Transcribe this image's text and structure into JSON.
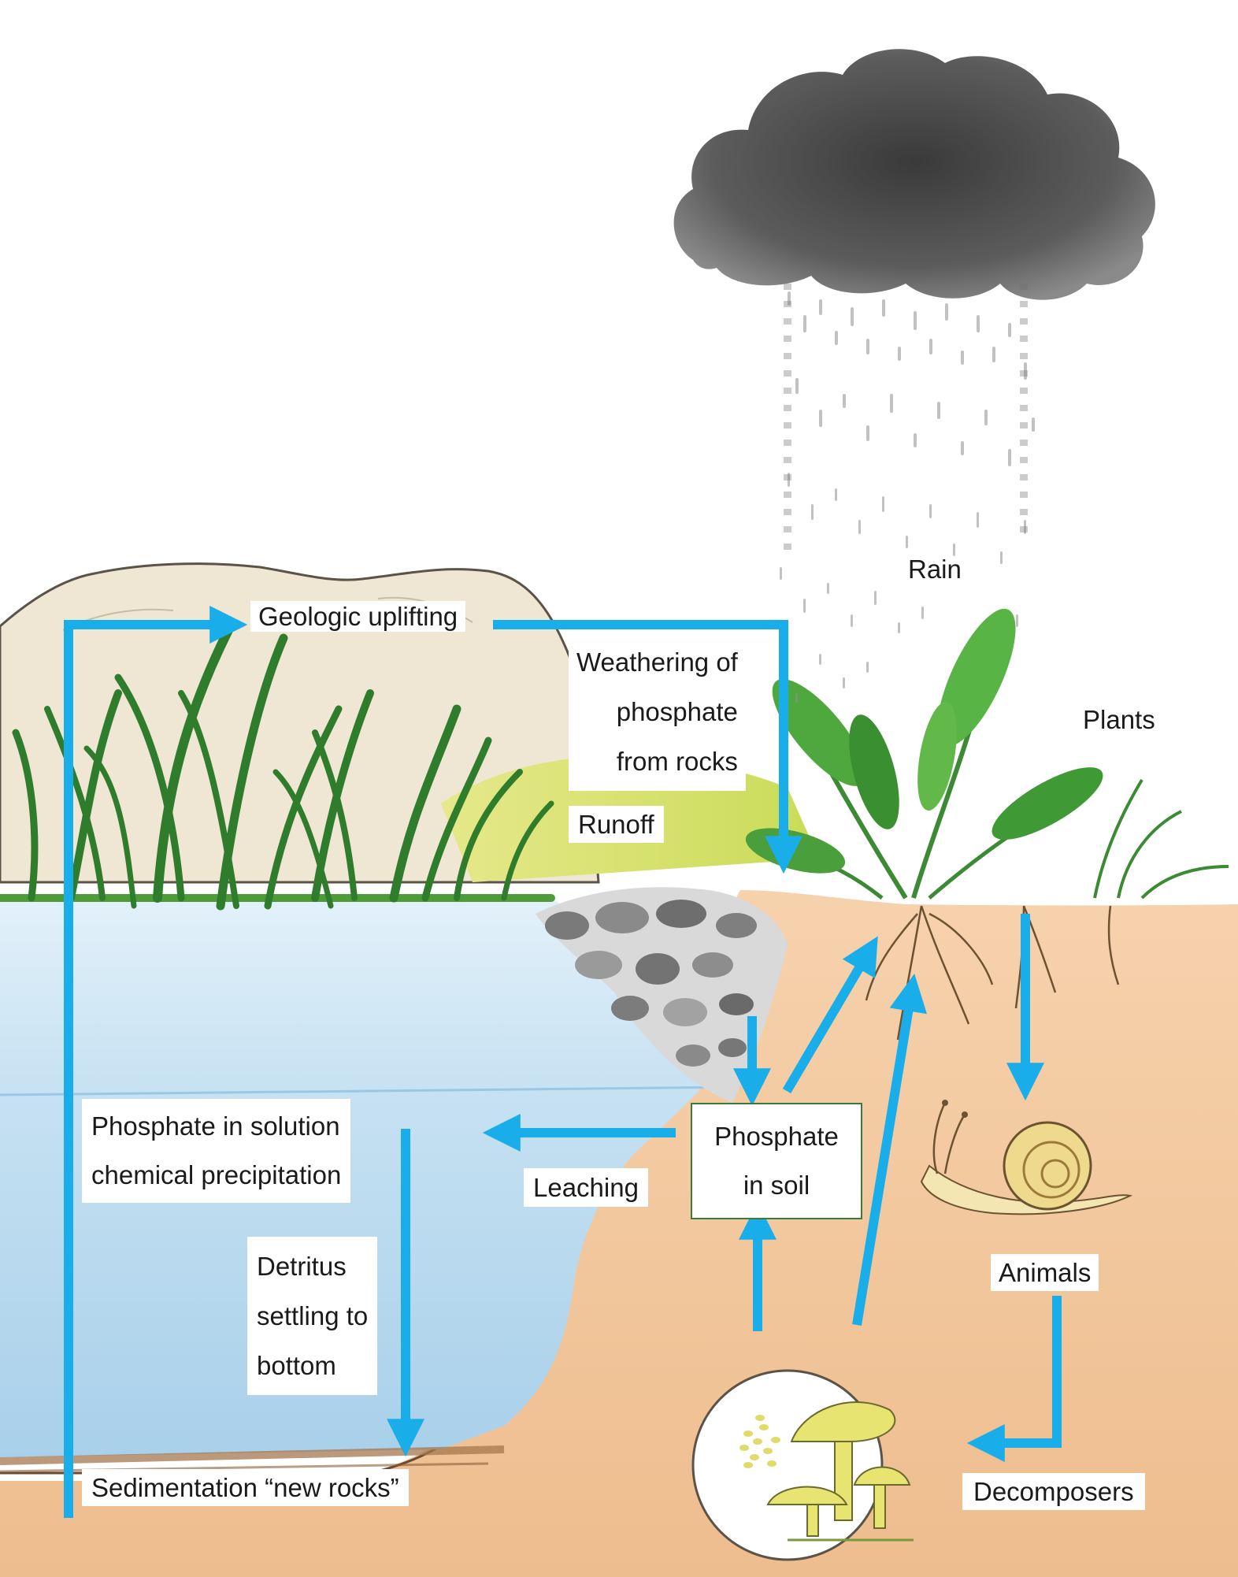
{
  "colors": {
    "arrow": "#19aeea",
    "sky": "#ffffff",
    "water": "#bcdcef",
    "soil": "#f3c9a0",
    "rock": "#efe7d6",
    "grass": "#3f9a3a",
    "cloud": "#4a4a4a",
    "box_border": "#3c7a3a"
  },
  "labels": {
    "rain": "Rain",
    "plants": "Plants",
    "geologic_uplifting": "Geologic uplifting",
    "weathering": [
      "Weathering of",
      "phosphate",
      "from rocks"
    ],
    "runoff": "Runoff",
    "phosphate_solution": [
      "Phosphate in solution",
      "chemical precipitation"
    ],
    "leaching": "Leaching",
    "phosphate_soil": [
      "Phosphate",
      "in soil"
    ],
    "animals": "Animals",
    "detritus": [
      "Detritus",
      "settling to",
      "bottom"
    ],
    "sedimentation": "Sedimentation “new rocks”",
    "decomposers": "Decomposers"
  },
  "icons": [
    "rain-cloud-icon",
    "plant-icon",
    "grass-icon",
    "rock-icon",
    "snail-icon",
    "mushroom-icon"
  ]
}
